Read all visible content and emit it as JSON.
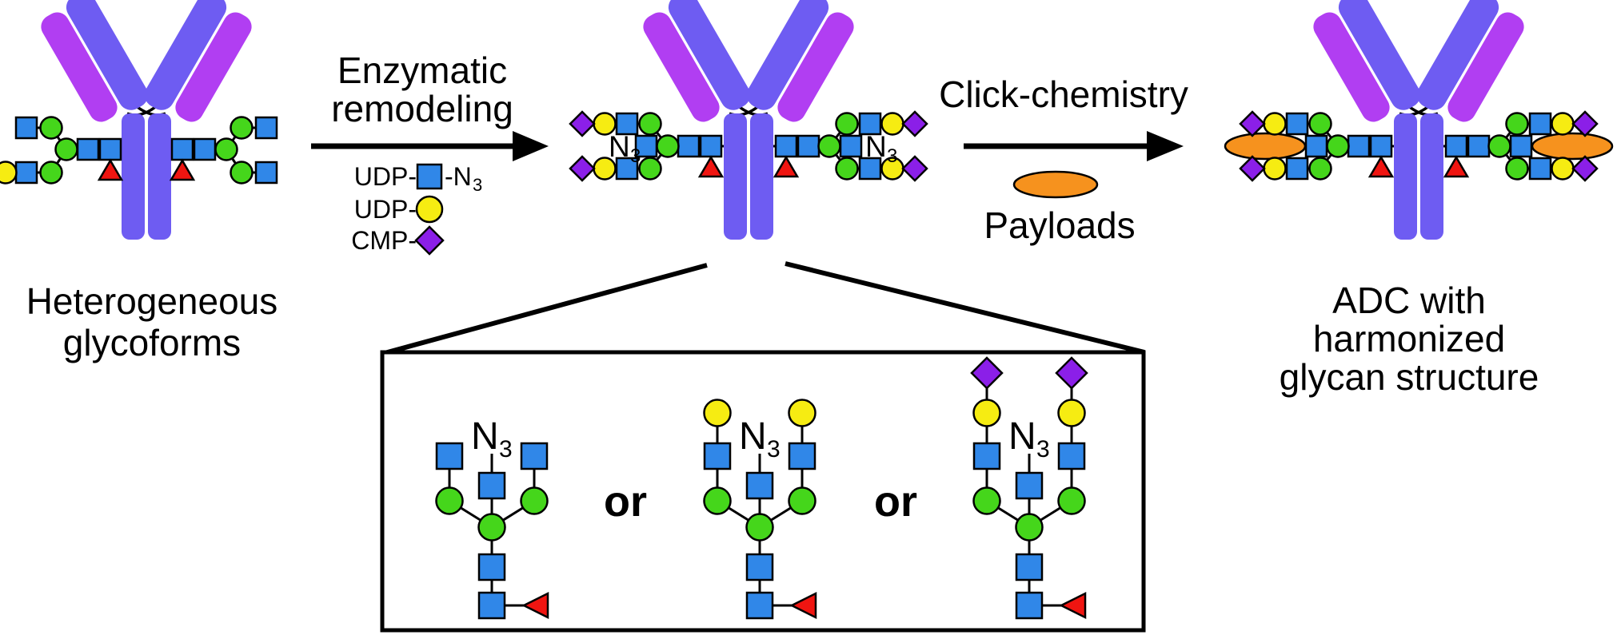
{
  "colors": {
    "glcnac_blue": "#3087e8",
    "mannose_green": "#45d61b",
    "galactose_yellow": "#f6ec12",
    "sialic_purple": "#8b1fe8",
    "fucose_red": "#f01511",
    "payload_orange": "#f6921e",
    "heavy_chain_violet": "#6e5cf2",
    "light_chain_magenta": "#b13ef2"
  },
  "stage_left": {
    "caption": [
      "Heterogeneous",
      "glycoforms"
    ]
  },
  "step1": {
    "label": [
      "Enzymatic",
      "remodeling"
    ],
    "legend": [
      {
        "prefix": "UDP-",
        "symbol": "azido-glcnac-square",
        "suffix_base": "-N",
        "suffix_sub": "3"
      },
      {
        "prefix": "UDP-",
        "symbol": "galactose-circle"
      },
      {
        "prefix": "CMP-",
        "symbol": "sialic-acid-diamond"
      }
    ]
  },
  "step2": {
    "label": "Click-chemistry",
    "sublabel": "Payloads"
  },
  "stage_right": {
    "caption": [
      "ADC with",
      "harmonized",
      "glycan structure"
    ]
  },
  "azide_label": {
    "base": "N",
    "sub": "3"
  },
  "or_label": "or"
}
